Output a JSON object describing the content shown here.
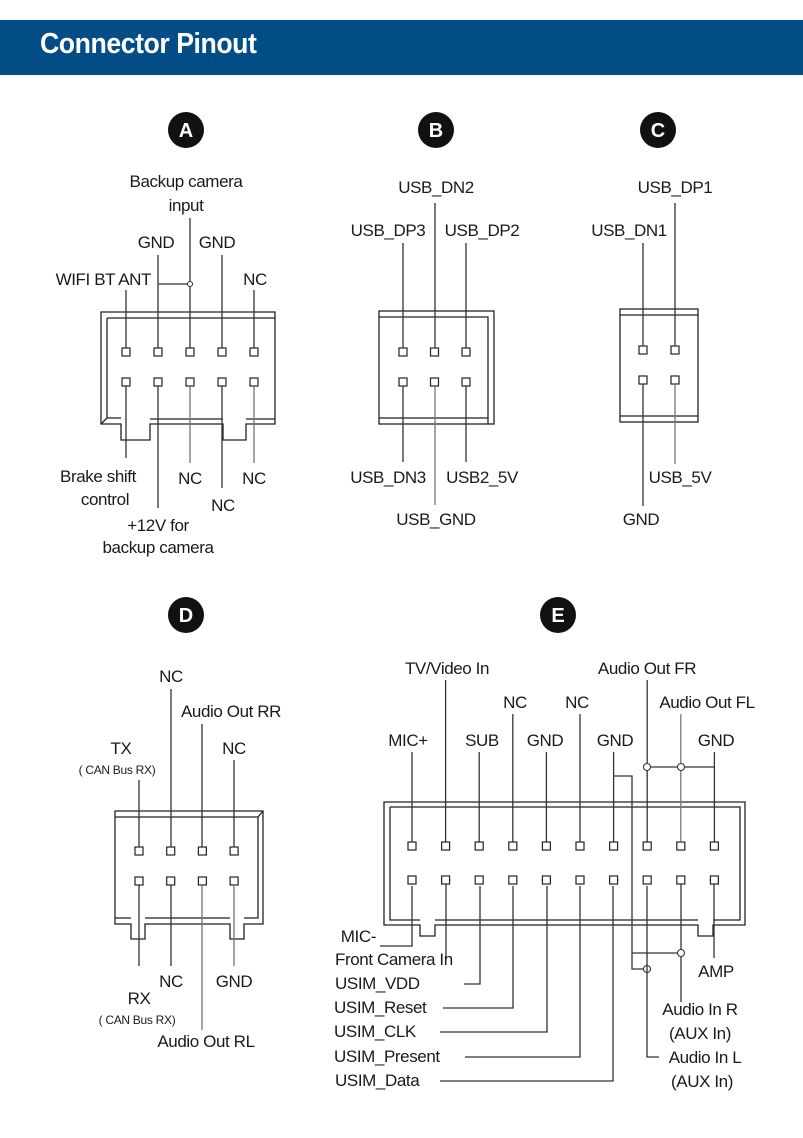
{
  "header": {
    "title": "Connector Pinout",
    "bg_color": "#034d87",
    "text_color": "#ffffff"
  },
  "connectors": {
    "A": {
      "badge": "A",
      "pins_per_row": 5,
      "top_labels": {
        "backup_camera_1": "Backup camera",
        "backup_camera_2": "input",
        "gnd_left": "GND",
        "gnd_right": "GND",
        "wifi": "WIFI BT ANT",
        "nc": "NC"
      },
      "bottom_labels": {
        "brake_1": "Brake shift",
        "brake_2": "control",
        "nc_1": "NC",
        "nc_2": "NC",
        "nc_3": "NC",
        "power_1": "+12V for",
        "power_2": "backup camera"
      }
    },
    "B": {
      "badge": "B",
      "pins_per_row": 3,
      "top_labels": {
        "dn2": "USB_DN2",
        "dp3": "USB_DP3",
        "dp2": "USB_DP2"
      },
      "bottom_labels": {
        "dn3": "USB_DN3",
        "v5": "USB2_5V",
        "gnd": "USB_GND"
      }
    },
    "C": {
      "badge": "C",
      "pins_per_row": 2,
      "top_labels": {
        "dp1": "USB_DP1",
        "dn1": "USB_DN1"
      },
      "bottom_labels": {
        "v5": "USB_5V",
        "gnd": "GND"
      }
    },
    "D": {
      "badge": "D",
      "pins_per_row": 4,
      "top_labels": {
        "nc_top": "NC",
        "rr": "Audio Out RR",
        "tx": "TX",
        "tx_sub": "( CAN Bus RX)",
        "nc_right": "NC"
      },
      "bottom_labels": {
        "rx": "RX",
        "rx_sub": "( CAN Bus RX)",
        "nc": "NC",
        "gnd": "GND",
        "rl": "Audio Out RL"
      }
    },
    "E": {
      "badge": "E",
      "pins_per_row": 10,
      "top_labels": {
        "tv": "TV/Video In",
        "fr": "Audio Out FR",
        "nc1": "NC",
        "nc2": "NC",
        "fl": "Audio Out FL",
        "mic_plus": "MIC+",
        "sub": "SUB",
        "gnd1": "GND",
        "gnd2": "GND",
        "gnd3": "GND"
      },
      "bottom_labels": {
        "mic_minus": "MIC-",
        "front_cam": "Front Camera In",
        "usim_vdd": "USIM_VDD",
        "usim_reset": "USIM_Reset",
        "usim_clk": "USIM_CLK",
        "usim_present": "USIM_Present",
        "usim_data": "USIM_Data",
        "amp": "AMP",
        "audio_in_r": "Audio In R",
        "aux_r": "(AUX In)",
        "audio_in_l": "Audio In L",
        "aux_l": "(AUX In)"
      }
    }
  }
}
